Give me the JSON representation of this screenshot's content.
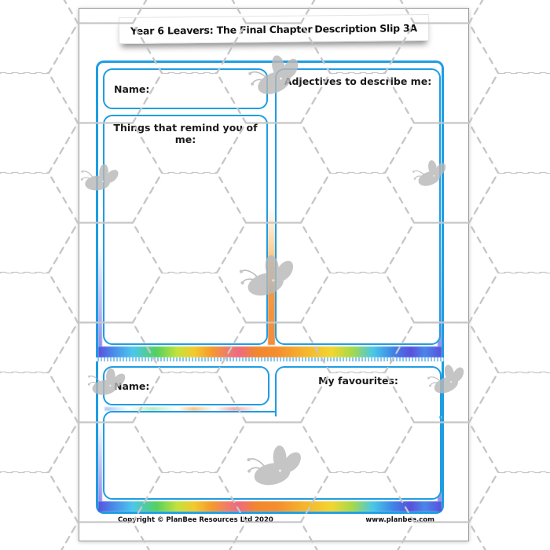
{
  "header": {
    "title_left": "Year 6 Leavers: The Final Chapter",
    "title_right": "Description Slip 3A"
  },
  "slip_top": {
    "name_label": "Name:",
    "things_label": "Things that remind you of me:",
    "adjectives_label": "Adjectives to describe me:"
  },
  "slip_bottom": {
    "name_label": "Name:",
    "favourites_label": "My favourites:"
  },
  "footer": {
    "copyright": "Copyright © PlanBee Resources Ltd 2020",
    "website": "www.planbee.com"
  },
  "colors": {
    "accent_blue": "#1e9de3",
    "rainbow_center_orange": "#f58e2e",
    "bee_gray": "#b9b9b9",
    "honeycomb_gray": "#c6c6c6"
  }
}
